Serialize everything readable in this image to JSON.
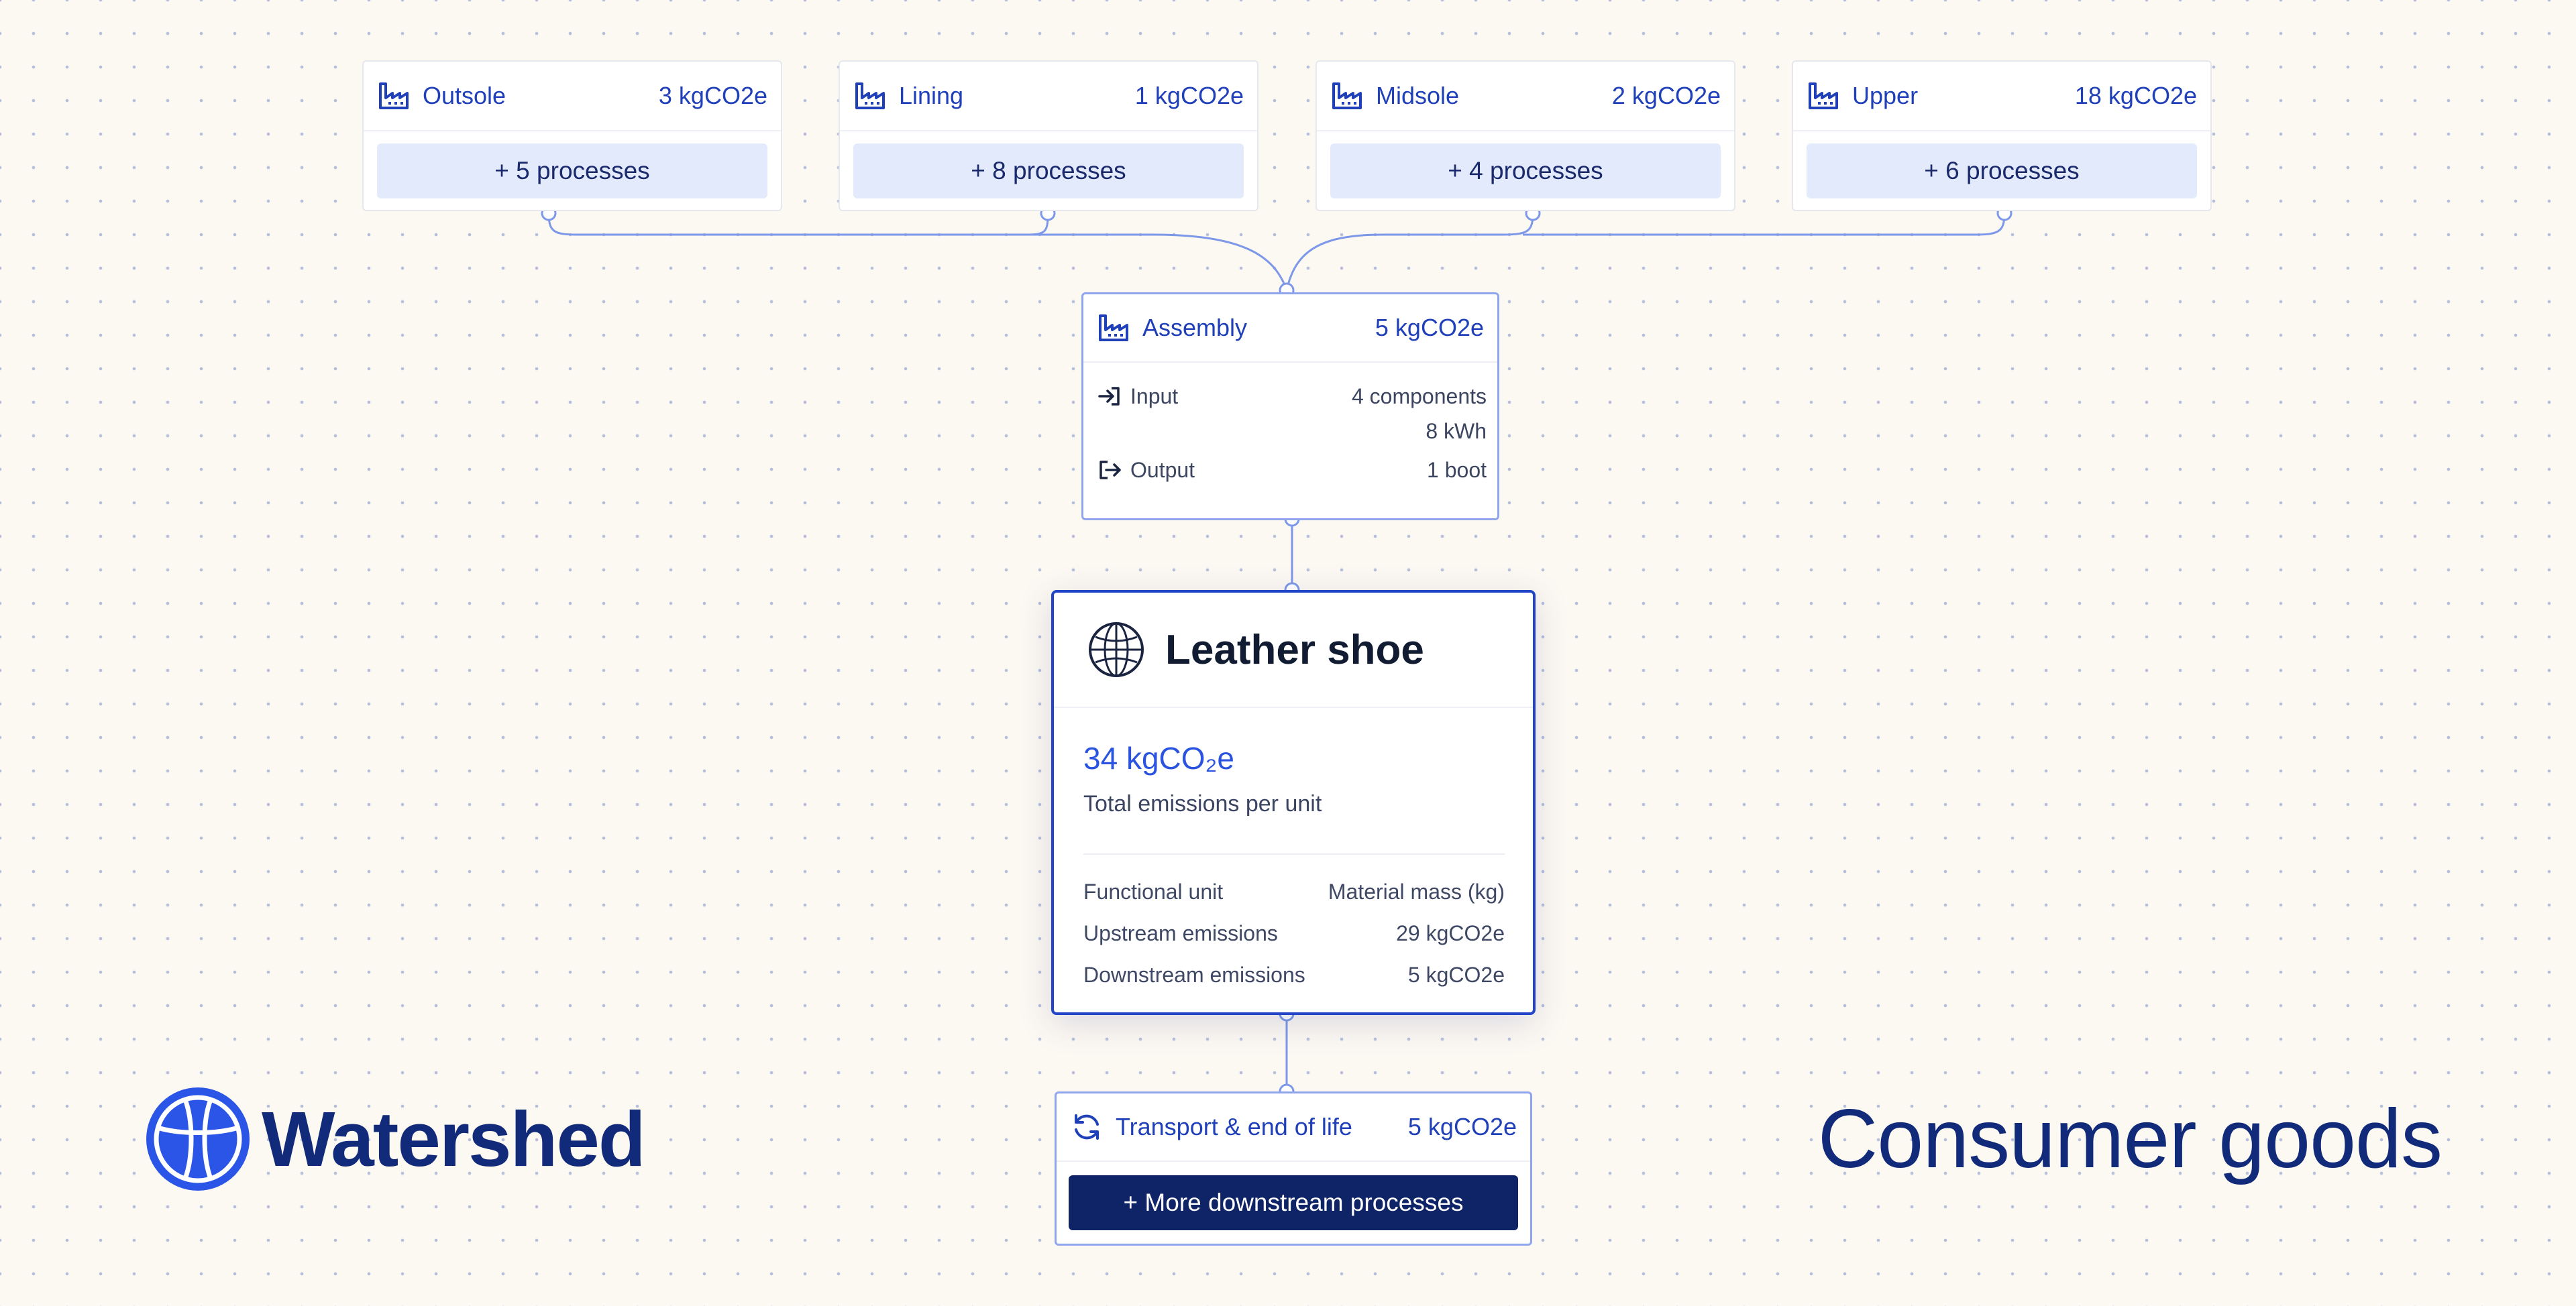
{
  "upstream": [
    {
      "title": "Outsole",
      "value": "3 kgCO2e",
      "processes": "+ 5 processes"
    },
    {
      "title": "Lining",
      "value": "1 kgCO2e",
      "processes": "+ 8 processes"
    },
    {
      "title": "Midsole",
      "value": "2 kgCO2e",
      "processes": "+ 4 processes"
    },
    {
      "title": "Upper",
      "value": "18 kgCO2e",
      "processes": "+ 6 processes"
    }
  ],
  "assembly": {
    "title": "Assembly",
    "value": "5 kgCO2e",
    "input_label": "Input",
    "input_value_1": "4 components",
    "input_value_2": "8 kWh",
    "output_label": "Output",
    "output_value": "1 boot"
  },
  "product": {
    "name": "Leather shoe",
    "total_value": "34 kgCO₂e",
    "total_label": "Total emissions per unit",
    "rows": [
      {
        "label": "Functional unit",
        "value": "Material mass (kg)"
      },
      {
        "label": "Upstream emissions",
        "value": "29 kgCO2e"
      },
      {
        "label": "Downstream emissions",
        "value": "5 kgCO2e"
      }
    ]
  },
  "downstream": {
    "title": "Transport & end of life",
    "value": "5 kgCO2e",
    "button": "+ More downstream processes"
  },
  "brand": {
    "name": "Watershed"
  },
  "tagline": "Consumer goods",
  "colors": {
    "accent": "#2245c7",
    "navy": "#0f2466",
    "light_fill": "#e3eafc",
    "connector": "#7d98e8",
    "background": "#fcf8f2"
  }
}
